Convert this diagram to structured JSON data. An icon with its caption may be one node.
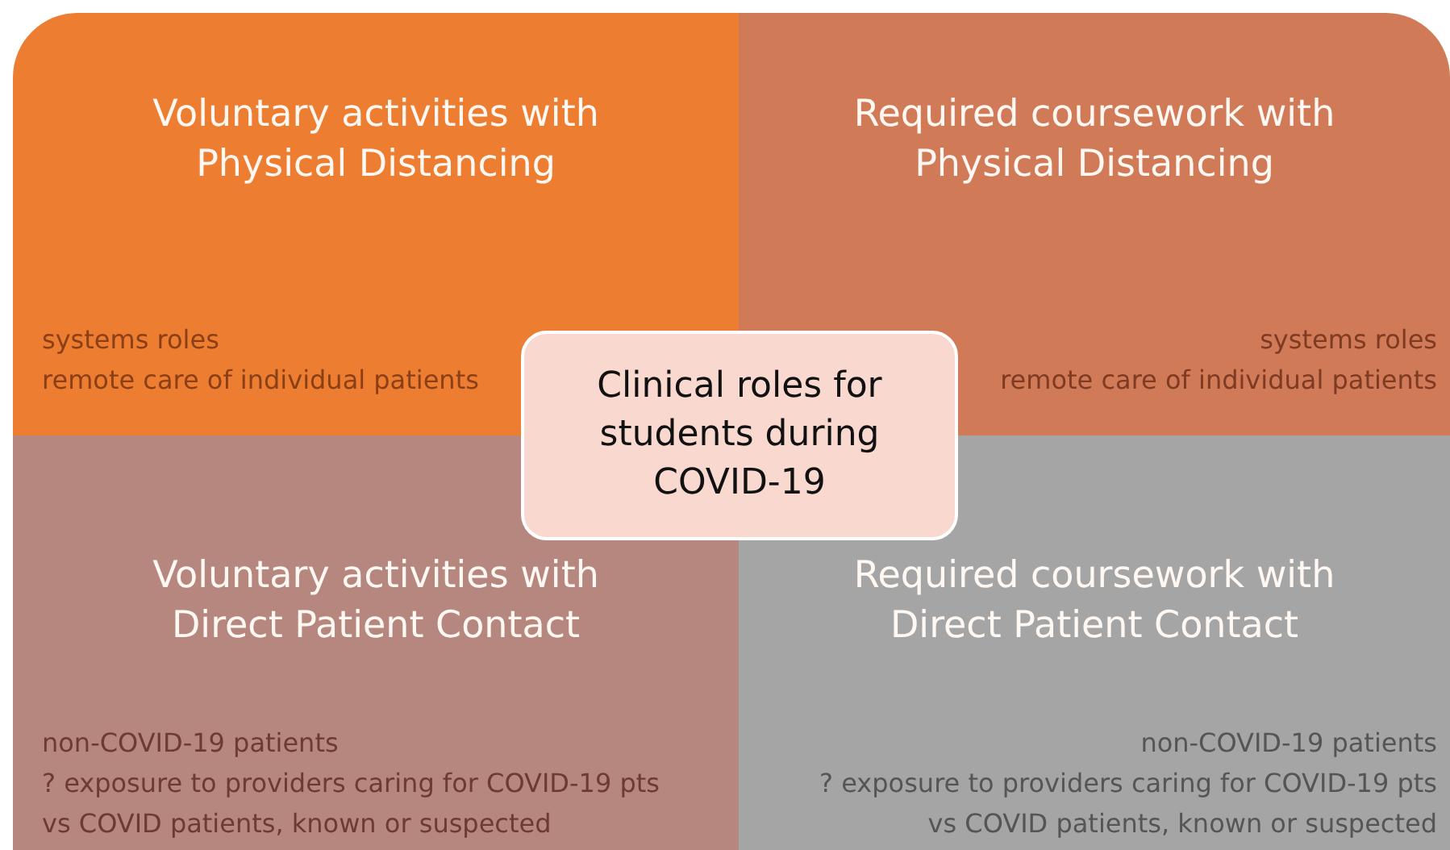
{
  "diagram": {
    "nodes": [
      {
        "text": [
          "Voluntary activities with Physical Distancing",
          "systems roles",
          "remote care of individual patients"
        ]
      },
      {
        "text": [
          "Required coursework with Physical Distancing",
          "systems roles",
          "remote care of individual patients"
        ]
      },
      {
        "text": [
          "Voluntary activities with Direct Patient Contact",
          "non-COVID-19 patients",
          "? exposure to providers caring for COVID-19 pts",
          "vs COVID patients, known or suspected"
        ]
      },
      {
        "text": [
          "Required coursework with Direct Patient Contact",
          "non-COVID-19 patients",
          "? exposure to providers caring for COVID-19 pts",
          "vs COVID patients, known or suspected"
        ]
      },
      {
        "text": [
          "Clinical roles for students during COVID-19"
        ]
      }
    ],
    "edges": []
  }
}
